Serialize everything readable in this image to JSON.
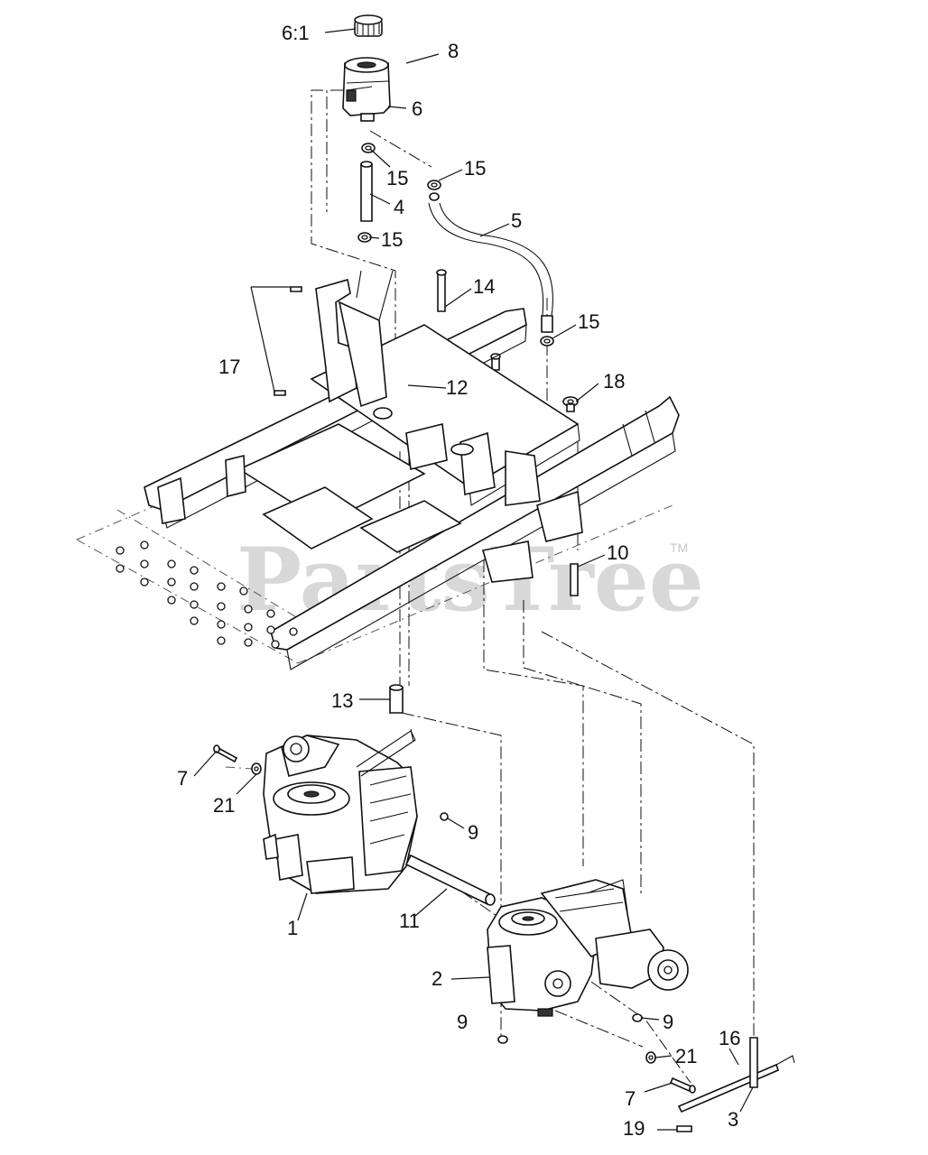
{
  "watermark": {
    "text": "PartsTree",
    "trademark": "TM"
  },
  "callouts": {
    "c6_1": "6:1",
    "c8": "8",
    "c6": "6",
    "c15a": "15",
    "c15b": "15",
    "c15c": "15",
    "c15d": "15",
    "c4": "4",
    "c5": "5",
    "c14": "14",
    "c17": "17",
    "c12": "12",
    "c18": "18",
    "c10": "10",
    "c13": "13",
    "c7a": "7",
    "c21a": "21",
    "c9a": "9",
    "c1": "1",
    "c11": "11",
    "c2": "2",
    "c9b": "9",
    "c9c": "9",
    "c21b": "21",
    "c16": "16",
    "c7b": "7",
    "c3": "3",
    "c19": "19"
  }
}
